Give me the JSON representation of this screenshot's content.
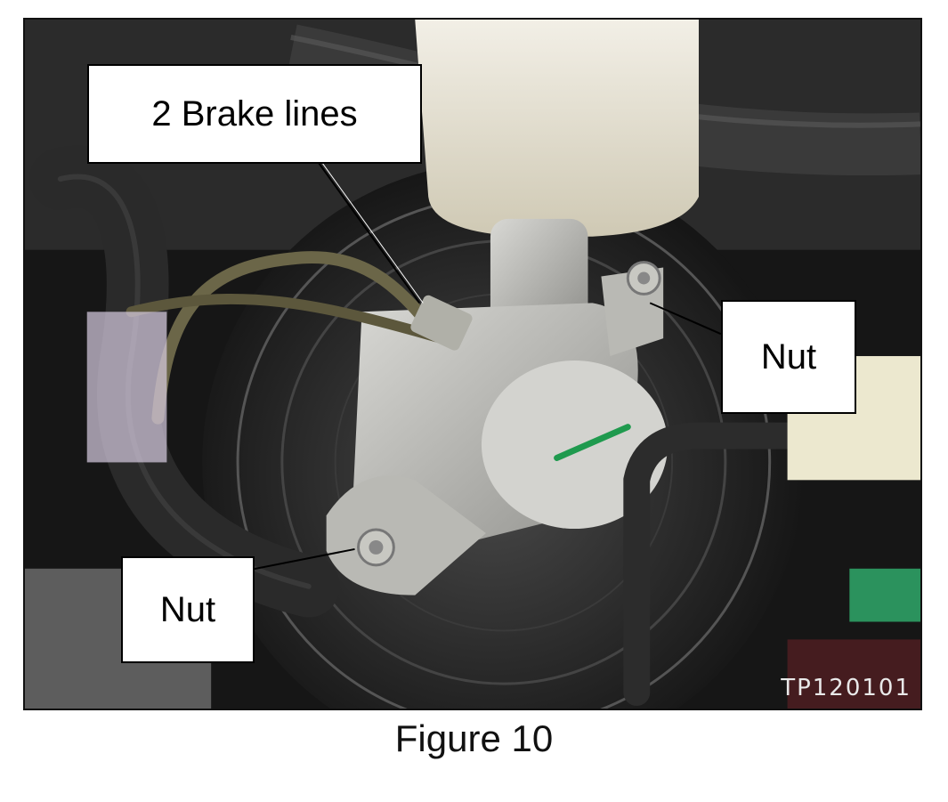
{
  "figure": {
    "caption": "Figure 10",
    "photo_code": "TP120101",
    "callouts": {
      "brake_lines": "2 Brake lines",
      "nut_right": "Nut",
      "nut_left": "Nut"
    }
  }
}
